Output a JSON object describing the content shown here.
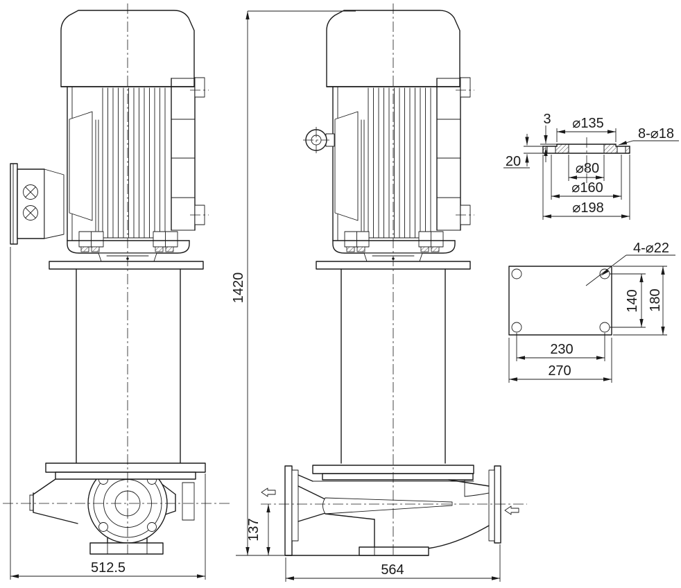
{
  "drawing": {
    "subject": "Vertical inline pump installation outline drawing",
    "line_color": "#1a1a1a",
    "background_color": "#ffffff",
    "front_view": {
      "overall_width": "512.5"
    },
    "side_view": {
      "overall_height": "1420",
      "port_centerline_height": "137",
      "base_length": "564"
    },
    "flange_detail": {
      "raised_face_diameter": "⌀135",
      "bolt_holes": "8-⌀18",
      "raised_face_height": "3",
      "flange_thickness": "20",
      "bore_diameter": "⌀80",
      "bolt_circle_diameter": "⌀160",
      "outer_diameter": "⌀198"
    },
    "base_plate_detail": {
      "bolt_holes": "4-⌀22",
      "hole_pitch_depth": "140",
      "plate_depth": "180",
      "hole_pitch_width": "230",
      "plate_width": "270"
    },
    "icons": {
      "flow_direction": "hollow-left-arrow"
    }
  }
}
